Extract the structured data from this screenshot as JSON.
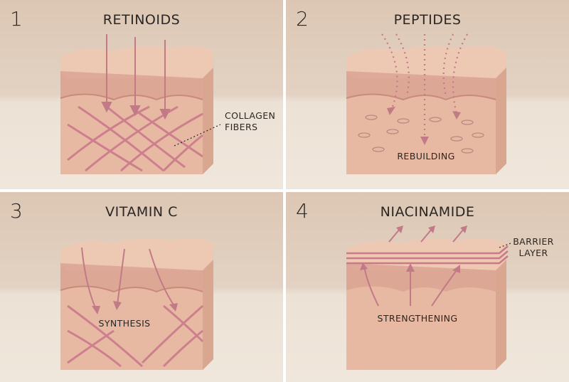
{
  "panels": [
    {
      "number": "1",
      "title": "RETINOIDS",
      "labels": [
        "COLLAGEN",
        "FIBERS"
      ]
    },
    {
      "number": "2",
      "title": "PEPTIDES",
      "labels": [
        "REBUILDING"
      ]
    },
    {
      "number": "3",
      "title": "VITAMIN C",
      "labels": [
        "SYNTHESIS"
      ]
    },
    {
      "number": "4",
      "title": "NIACINAMIDE",
      "labels": [
        "BARRIER",
        "LAYER",
        "STRENGTHENING"
      ]
    }
  ],
  "colors": {
    "skin": "#e8bca6",
    "skin_top": "#edc9b4",
    "skin_side": "#d9a68f",
    "dermis_band": "#dba394",
    "fiber": "#c9758a",
    "arrow": "#c27a86",
    "text": "#2b2623"
  }
}
